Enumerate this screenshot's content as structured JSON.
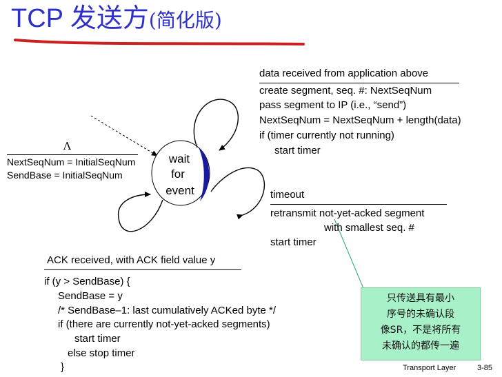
{
  "title": {
    "main": "TCP 发送方",
    "sub": "简化版"
  },
  "state": {
    "line1": "wait",
    "line2": "for",
    "line3": "event"
  },
  "init": {
    "event": "Λ",
    "actions": [
      "NextSeqNum = InitialSeqNum",
      "SendBase = InitialSeqNum"
    ]
  },
  "data_transition": {
    "event": "data received from application above",
    "actions": [
      "create segment, seq. #: NextSeqNum",
      "pass segment to IP (i.e., “send”)",
      "NextSeqNum = NextSeqNum + length(data)",
      "if (timer currently not running)",
      "start timer"
    ]
  },
  "timeout_transition": {
    "event": "timeout",
    "actions": [
      "retransmit not-yet-acked segment",
      "with smallest seq. #",
      "start timer"
    ]
  },
  "ack_transition": {
    "event": "ACK received, with ACK field value y",
    "actions": [
      "if (y > SendBase) {",
      "SendBase = y",
      "/* SendBase–1: last cumulatively ACKed byte */",
      "if (there are currently not-yet-acked segments)",
      "start timer",
      "else stop timer",
      "}"
    ]
  },
  "note": {
    "lines": [
      "只传送具有最小",
      "序号的未确认段",
      "像SR，不是将所有",
      "未确认的都传一遍"
    ]
  },
  "footer": {
    "label": "Transport Layer",
    "page": "3-85"
  },
  "colors": {
    "title": "#2e2fc4",
    "underline": "#cc1f1f",
    "state_accent": "#1a1a9e",
    "note_bg": "#a8f0c8"
  }
}
